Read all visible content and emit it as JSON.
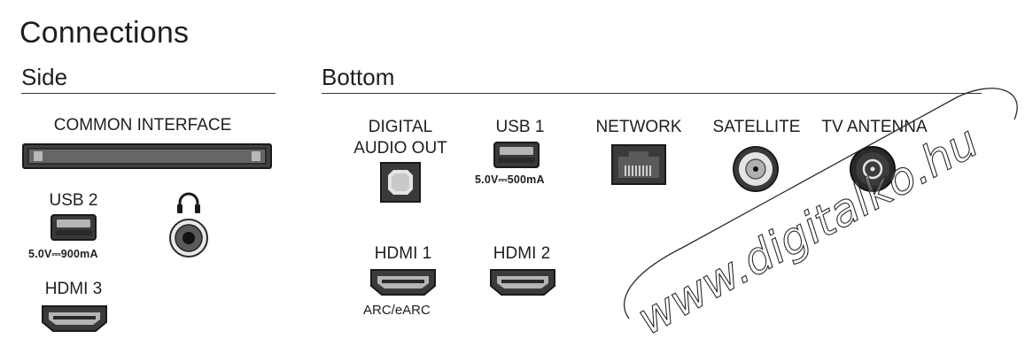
{
  "title": "Connections",
  "sections": {
    "side": "Side",
    "bottom": "Bottom"
  },
  "side": {
    "common_interface": "COMMON INTERFACE",
    "usb2": {
      "label": "USB 2",
      "spec": "5.0V⎓900mA"
    },
    "hdmi3": {
      "label": "HDMI 3"
    },
    "headphone_icon": "headphone-icon"
  },
  "bottom": {
    "digital_audio_out": {
      "line1": "DIGITAL",
      "line2": "AUDIO OUT"
    },
    "usb1": {
      "label": "USB 1",
      "spec": "5.0V⎓500mA"
    },
    "network": {
      "label": "NETWORK"
    },
    "satellite": {
      "label": "SATELLITE"
    },
    "tv_antenna": {
      "label": "TV ANTENNA"
    },
    "hdmi1": {
      "label": "HDMI 1",
      "note": "ARC/eARC"
    },
    "hdmi2": {
      "label": "HDMI 2"
    }
  },
  "watermark": "www.digitalko.hu",
  "colors": {
    "port_dark": "#3a3a3a",
    "port_light": "#f2f2f2",
    "text": "#1e1e1e",
    "watermark_stroke": "#2a2a2a"
  }
}
